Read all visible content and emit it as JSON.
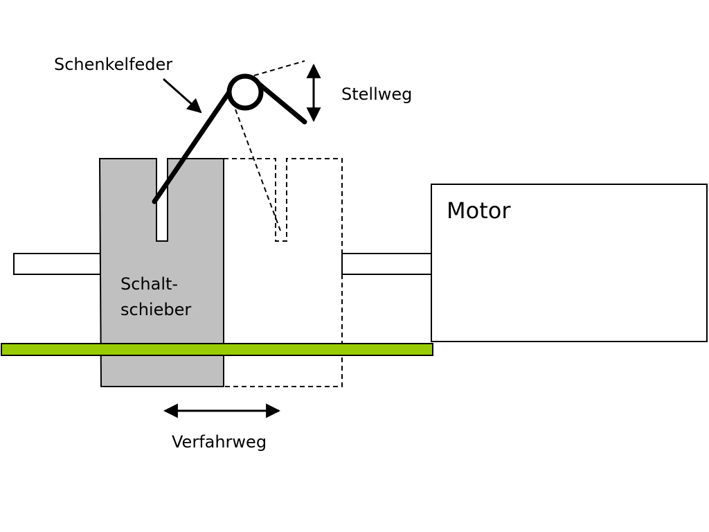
{
  "labels": {
    "spring": "Schenkelfeder",
    "travel_spring": "Stellweg",
    "slider_line1": "Schalt-",
    "slider_line2": "schieber",
    "motor": "Motor",
    "travel_slider": "Verfahrweg"
  },
  "colors": {
    "slider_fill": "#c0c0c0",
    "rail": "#99cc00",
    "stroke": "#000000",
    "background": "#ffffff"
  }
}
